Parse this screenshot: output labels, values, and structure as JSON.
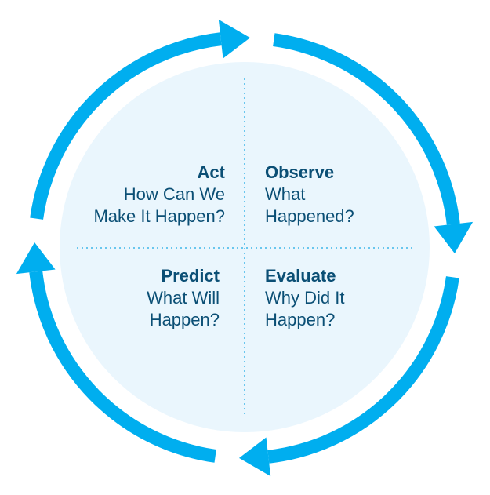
{
  "colors": {
    "arrow": "#00aeef",
    "inner": "#eaf6fd",
    "text": "#0b4f75",
    "divider": "#3cb6ea"
  },
  "quadrants": [
    {
      "title": "Act",
      "lines": [
        "How Can We",
        "Make It Happen?"
      ]
    },
    {
      "title": "Observe",
      "lines": [
        "What",
        "Happened?"
      ]
    },
    {
      "title": "Predict",
      "lines": [
        "What Will",
        "Happen?"
      ]
    },
    {
      "title": "Evaluate",
      "lines": [
        "Why Did It",
        "Happen?"
      ]
    }
  ]
}
